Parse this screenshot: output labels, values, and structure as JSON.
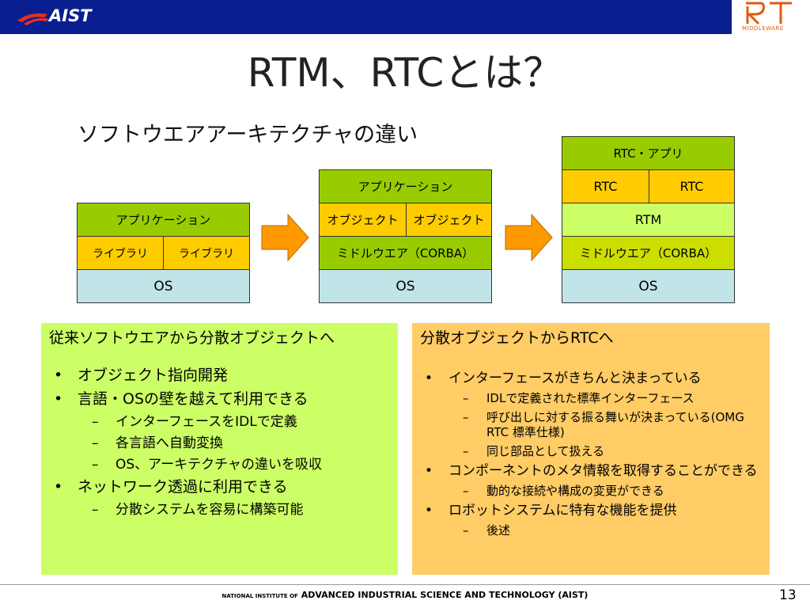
{
  "header": {
    "aist_logo_text": "AIST",
    "rt_logo_text": "MIDDLEWARE",
    "bar_color": "#0a1f8f"
  },
  "title": "RTM、RTCとは？",
  "subtitle": "ソフトウエアアーキテクチャの違い",
  "diagram": {
    "stack1": {
      "app": "アプリケーション",
      "lib1": "ライブラリ",
      "lib2": "ライブラリ",
      "os": "OS"
    },
    "stack2": {
      "app": "アプリケーション",
      "obj1": "オブジェクト",
      "obj2": "オブジェクト",
      "middleware": "ミドルウエア（CORBA）",
      "os": "OS"
    },
    "stack3": {
      "rtc_app": "RTC・アプリ",
      "rtc1": "RTC",
      "rtc2": "RTC",
      "rtm": "RTM",
      "middleware": "ミドルウエア（CORBA）",
      "os": "OS"
    },
    "arrow_color": "#ff9900"
  },
  "left_panel": {
    "heading": "従来ソフトウエアから分散オブジェクトへ",
    "items": [
      {
        "text": "オブジェクト指向開発",
        "sub": []
      },
      {
        "text": "言語・OSの壁を越えて利用できる",
        "sub": [
          "インターフェースをIDLで定義",
          "各言語へ自動変換",
          "OS、アーキテクチャの違いを吸収"
        ]
      },
      {
        "text": "ネットワーク透過に利用できる",
        "sub": [
          "分散システムを容易に構築可能"
        ]
      }
    ]
  },
  "right_panel": {
    "heading": "分散オブジェクトからRTCへ",
    "items": [
      {
        "text": "インターフェースがきちんと決まっている",
        "sub": [
          "IDLで定義された標準インターフェース",
          "呼び出しに対する振る舞いが決まっている(OMG RTC 標準仕様)",
          "同じ部品として扱える"
        ]
      },
      {
        "text": "コンポーネントのメタ情報を取得することができる",
        "sub": [
          "動的な接続や構成の変更ができる"
        ]
      },
      {
        "text": "ロボットシステムに特有な機能を提供",
        "sub": [
          "後述"
        ]
      }
    ]
  },
  "footer": {
    "prefix": "NATIONAL INSTITUTE OF",
    "name": "ADVANCED INDUSTRIAL SCIENCE AND TECHNOLOGY (AIST)",
    "page": "13"
  },
  "colors": {
    "left_panel_bg": "#ccff66",
    "right_panel_bg": "#ffcc66",
    "app_green": "#99cc00",
    "object_yellow": "#ffcc00",
    "os_blue": "#c0e4e8"
  }
}
